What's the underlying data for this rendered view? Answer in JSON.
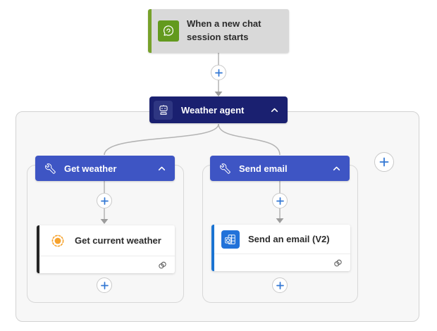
{
  "colors": {
    "trigger_bg": "#d9d9d9",
    "trigger_accent": "#77a22b",
    "trigger_icon_bg": "#639a1e",
    "agent_bg": "#1a2070",
    "agent_icon_bg": "#2e3682",
    "branch_bg": "#3e55c4",
    "card_stripe_weather": "#242424",
    "card_stripe_email": "#1b74d2",
    "outlook_icon_bg": "#2272d9",
    "sun_color": "#f6a22d",
    "plus_color": "#3277d4",
    "connector_color": "#b3b3b3",
    "arrow_color": "#9c9c9c",
    "scope_bg": "#f7f7f7"
  },
  "trigger": {
    "title": "When a new chat session starts",
    "icon": "chat-icon"
  },
  "agent": {
    "label": "Weather agent",
    "icon": "robot-icon",
    "collapse_icon": "chevron-up-icon"
  },
  "branches": [
    {
      "label": "Get weather",
      "icon": "wrench-icon",
      "collapse_icon": "chevron-up-icon",
      "action": {
        "label": "Get current weather",
        "icon": "sun-icon",
        "footer_icon": "link-icon"
      }
    },
    {
      "label": "Send email",
      "icon": "wrench-icon",
      "collapse_icon": "chevron-up-icon",
      "action": {
        "label": "Send an email (V2)",
        "icon": "outlook-icon",
        "footer_icon": "link-icon"
      }
    }
  ]
}
